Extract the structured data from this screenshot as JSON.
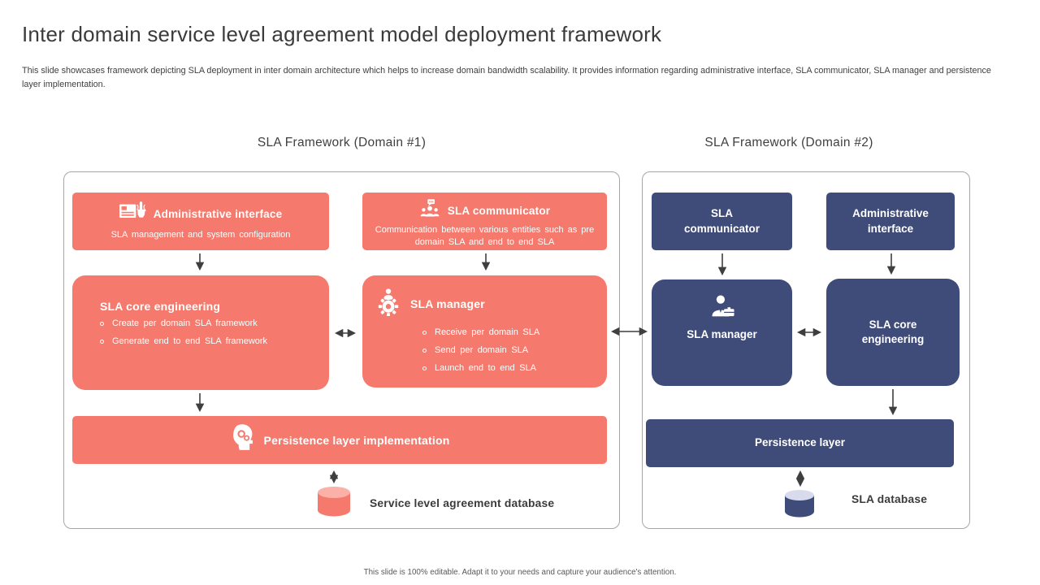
{
  "slide": {
    "title": "Inter domain service level agreement model deployment framework",
    "description": "This slide showcases framework depicting SLA deployment in inter domain architecture which helps to increase domain bandwidth scalability. It provides information regarding administrative interface, SLA communicator, SLA manager and persistence layer implementation.",
    "footer": "This slide is 100% editable. Adapt it to your needs and capture your audience's attention."
  },
  "colors": {
    "domain1_accent": "#F5796C",
    "domain1_cylinder_top": "#FBB0A8",
    "domain2_accent": "#3F4B78",
    "domain2_cylinder_top": "#D7DBEC",
    "arrow": "#3F3F3F",
    "container_border": "#A6A6A6",
    "text_dark": "#3B3B3B"
  },
  "icons": {
    "admin_interface": "admin-window-hand-icon",
    "communicator": "people-chat-icon",
    "manager_domain1": "person-gear-icon",
    "persistence": "head-gears-icon",
    "manager_domain2": "businessman-briefcase-icon",
    "database": "database-cylinder-icon"
  },
  "domain1": {
    "heading": "SLA Framework (Domain #1)",
    "admin_interface": {
      "title": "Administrative interface",
      "subtitle": "SLA management  and system configuration"
    },
    "sla_communicator": {
      "title": "SLA communicator",
      "subtitle": "Communication between various entities such as pre domain SLA and end to end SLA"
    },
    "sla_core_engineering": {
      "title": "SLA core engineering",
      "bullets": [
        "Create per domain SLA framework",
        "Generate end to end SLA framework"
      ]
    },
    "sla_manager": {
      "title": "SLA manager",
      "bullets": [
        "Receive per domain SLA",
        "Send per domain SLA",
        "Launch end to end SLA"
      ]
    },
    "persistence": {
      "title": "Persistence layer implementation"
    },
    "database_label": "Service level agreement database"
  },
  "domain2": {
    "heading": "SLA Framework (Domain #2)",
    "sla_communicator": {
      "title": "SLA communicator"
    },
    "admin_interface": {
      "title": "Administrative interface"
    },
    "sla_manager": {
      "title": "SLA manager"
    },
    "sla_core_engineering": {
      "title": "SLA core engineering"
    },
    "persistence": {
      "title": "Persistence layer"
    },
    "database_label": "SLA database"
  }
}
